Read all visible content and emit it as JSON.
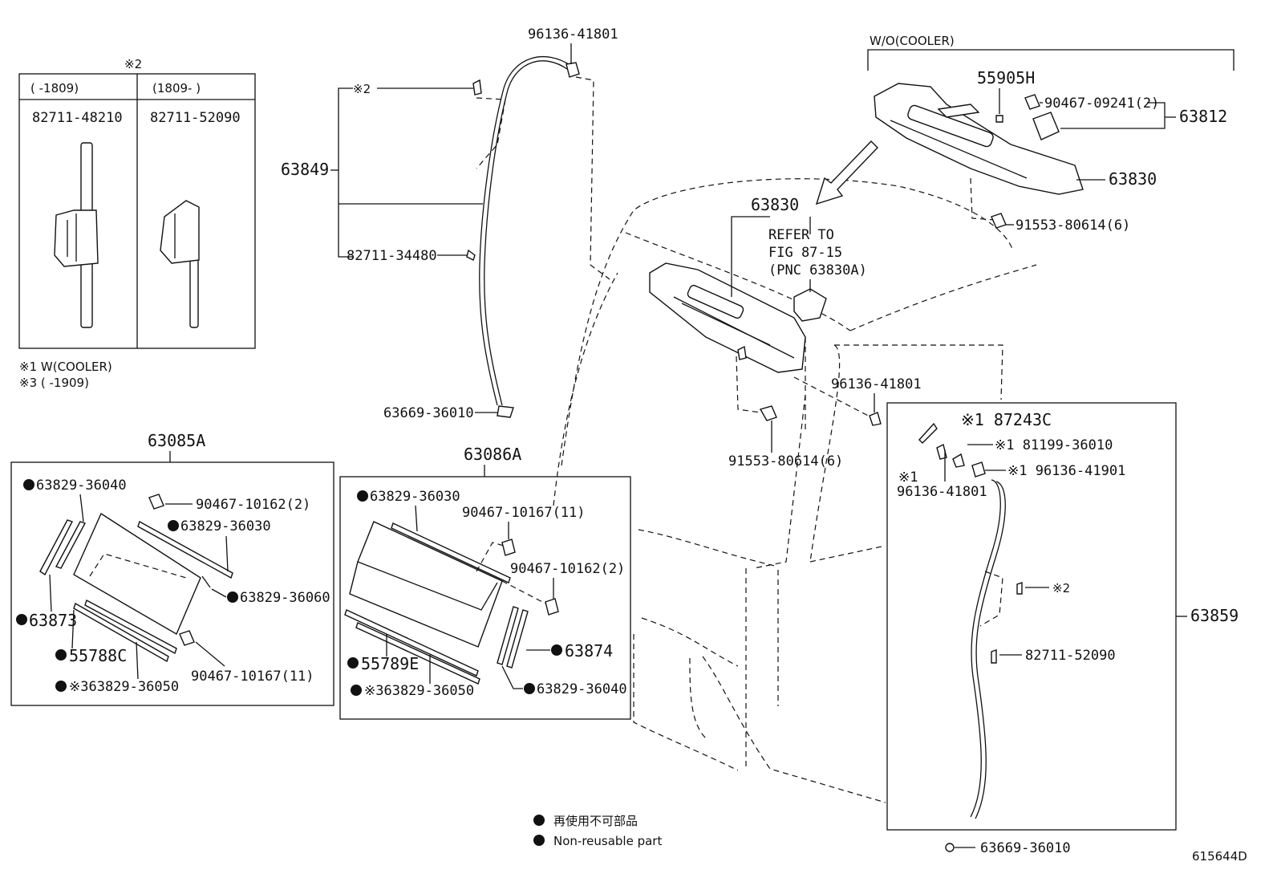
{
  "diagram": {
    "id_code": "615644D",
    "wo_cooler_label": "W/O(COOLER)",
    "refer_note": [
      "REFER TO",
      "FIG 87-15",
      "(PNC 63830A)"
    ],
    "legend_jp": "再使用不可部品",
    "legend_en": "Non-reusable part",
    "footnote1": "※1 W(COOLER)",
    "footnote3": "※3 (      -1909)",
    "inset": {
      "title": "※2",
      "col1_range": "(      -1809)",
      "col2_range": "(1809-      )",
      "col1_part": "82711-48210",
      "col2_part": "82711-52090"
    },
    "labels": {
      "p96136_top": "96136-41801",
      "p55905H": "55905H",
      "p90467_09241": "90467-09241(2)",
      "p63812": "63812",
      "p63830_right": "63830",
      "p91553_right": "91553-80614(6)",
      "p63830_mid": "63830",
      "p63849": "63849",
      "note2_left": "※2",
      "p82711_34480": "82711-34480",
      "p63669_left": "63669-36010",
      "p96136_mid": "96136-41801",
      "p91553_mid": "91553-80614(6)",
      "p87243C": "※1 87243C",
      "p81199": "※1 81199-36010",
      "p96136_41901": "※1 96136-41901",
      "p96136_box_a": "※1",
      "p96136_box_b": "96136-41801",
      "note2_right": "※2",
      "p82711_52090": "82711-52090",
      "p63859": "63859",
      "p63669_bottom": "63669-36010",
      "p63085A": "63085A",
      "a_63829_36040": "63829-36040",
      "a_90467_10162": "90467-10162(2)",
      "a_63829_36030": "63829-36030",
      "a_63829_36060": "63829-36060",
      "a_63873": "63873",
      "a_55788C": "55788C",
      "a_90467_10167": "90467-10167(11)",
      "a_63829_36050": "※363829-36050",
      "p63086A": "63086A",
      "b_63829_36030": "63829-36030",
      "b_90467_10167": "90467-10167(11)",
      "b_90467_10162": "90467-10162(2)",
      "b_63874": "63874",
      "b_55789E": "55789E",
      "b_63829_36040": "63829-36040",
      "b_63829_36050": "※363829-36050"
    }
  }
}
